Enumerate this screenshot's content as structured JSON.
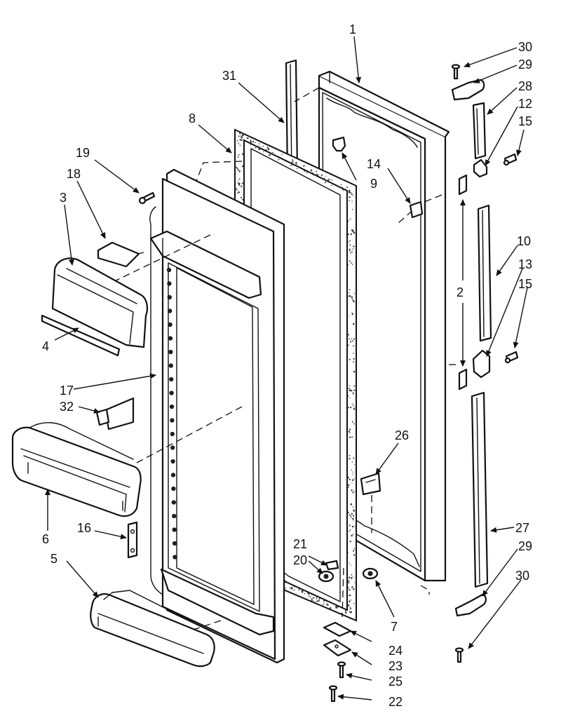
{
  "diagram": {
    "callouts": {
      "c1": "1",
      "c2": "2",
      "c3": "3",
      "c4": "4",
      "c5": "5",
      "c6": "6",
      "c7": "7",
      "c8": "8",
      "c9": "9",
      "c10": "10",
      "c12": "12",
      "c13": "13",
      "c14": "14",
      "c15a": "15",
      "c15b": "15",
      "c16": "16",
      "c17": "17",
      "c18": "18",
      "c19": "19",
      "c20": "20",
      "c21": "21",
      "c22": "22",
      "c23": "23",
      "c24": "24",
      "c25": "25",
      "c26": "26",
      "c27": "27",
      "c28": "28",
      "c29a": "29",
      "c29b": "29",
      "c30a": "30",
      "c30b": "30",
      "c31": "31",
      "c32": "32"
    }
  }
}
